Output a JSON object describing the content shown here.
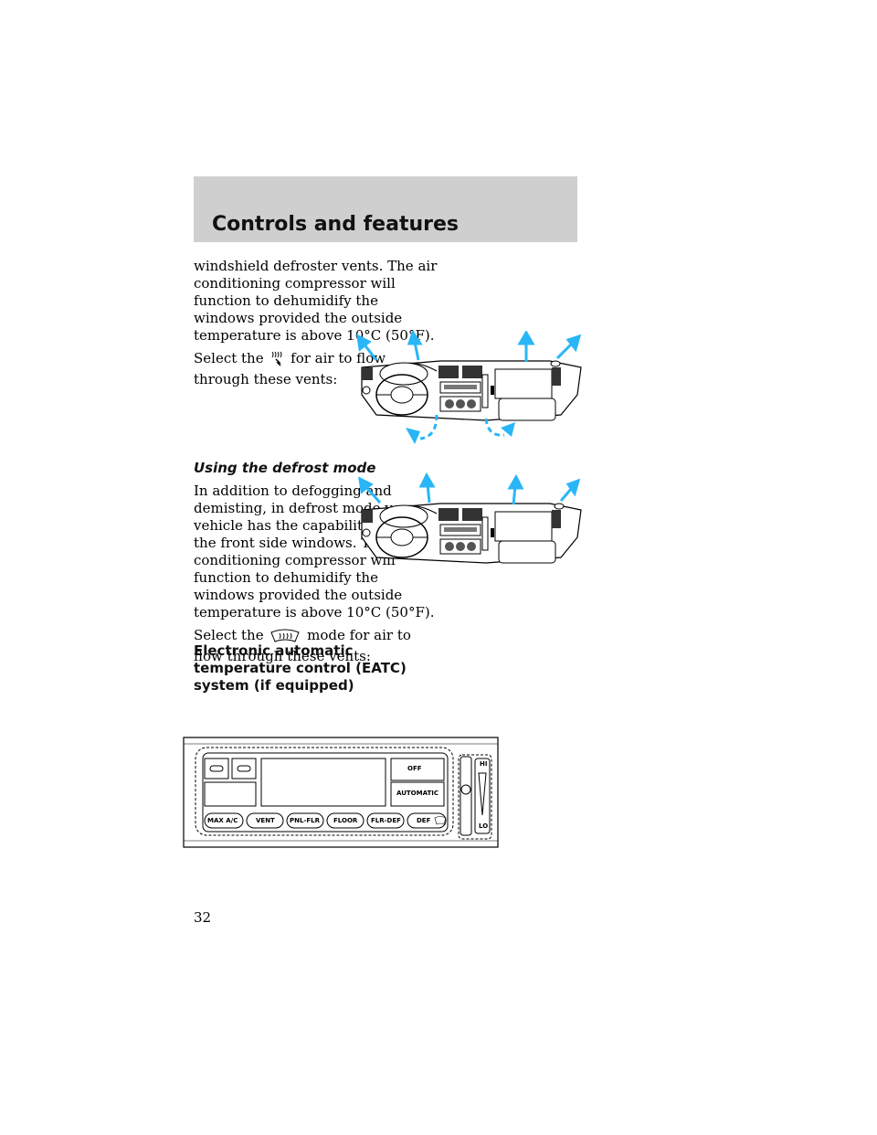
{
  "header": {
    "title": "Controls and features"
  },
  "para1": {
    "lines": [
      "windshield defroster vents. The air",
      "conditioning compressor will",
      "function to dehumidify the",
      "windows provided the outside",
      "temperature is above 10°C (50°F)."
    ]
  },
  "para2": {
    "line1_before": "Select the",
    "line1_after": "for air to flow",
    "line2": "through these vents:"
  },
  "defrost": {
    "heading": "Using the defrost mode",
    "lines": [
      "In addition to defogging and",
      "demisting, in defrost mode your",
      "vehicle has the capability to demist",
      "the front side windows. The air",
      "conditioning compressor will",
      "function to dehumidify the",
      "windows provided the outside",
      "temperature is above 10°C (50°F)."
    ],
    "select_before": "Select the",
    "select_after": "mode for air to",
    "select_line2": "flow through these vents:"
  },
  "eatc": {
    "lines": [
      "Electronic automatic",
      "temperature control (EATC)",
      "system (if equipped)"
    ],
    "panel": {
      "off_label": "OFF",
      "automatic_label": "AUTOMATIC",
      "hi_label": "HI",
      "lo_label": "LO",
      "buttons": [
        "MAX A/C",
        "VENT",
        "PNL-FLR",
        "FLOOR",
        "FLR-DEF",
        "DEF"
      ]
    }
  },
  "page_number": "32",
  "colors": {
    "arrow": "#29b6f6",
    "header_band": "#cfcfcf"
  }
}
